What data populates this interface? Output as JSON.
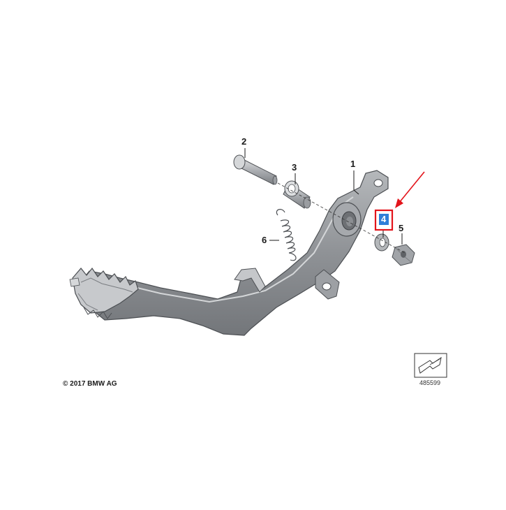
{
  "callouts": {
    "c1": "1",
    "c2": "2",
    "c3": "3",
    "c4": "4",
    "c5": "5",
    "c6": "6"
  },
  "highlight": {
    "selected_part": "4",
    "box_color": "#e3141b",
    "label_bg": "#2f7fd8",
    "arrow_color": "#e3141b"
  },
  "footer": {
    "copyright": "© 2017 BMW AG",
    "document_number": "485599"
  },
  "colors": {
    "part_fill": "#8f9296",
    "part_light": "#c9cbce",
    "part_dark": "#5e6165"
  },
  "icons": {
    "nav": "arrow-box-icon"
  }
}
